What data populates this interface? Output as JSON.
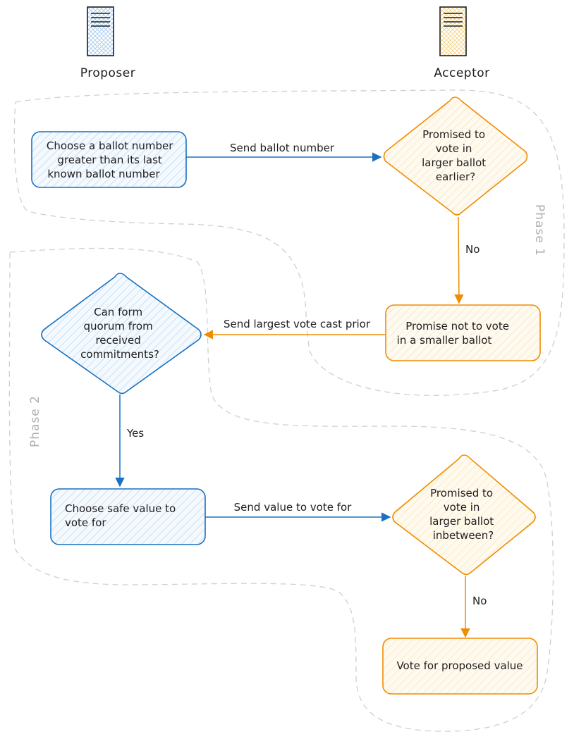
{
  "colors": {
    "proposer_stroke": "#1971c2",
    "proposer_fill": "#e7f1fb",
    "acceptor_stroke": "#f08c00",
    "acceptor_fill": "#fff5e0",
    "region": "#cfcfcf",
    "phase_text": "#b0b0b0",
    "text": "#1e1e1e"
  },
  "icons": {
    "proposer": "server-icon",
    "acceptor": "server-icon"
  },
  "headers": {
    "proposer": "Proposer",
    "acceptor": "Acceptor"
  },
  "phases": {
    "phase1": "Phase 1",
    "phase2": "Phase 2"
  },
  "nodes": {
    "choose_ballot": [
      "Choose a ballot number",
      "greater than its last",
      "known ballot number"
    ],
    "promised_earlier": [
      "Promised to",
      "vote in",
      "larger ballot",
      "earlier?"
    ],
    "promise_not": [
      "Promise not to vote",
      "in a smaller ballot"
    ],
    "can_form_quorum": [
      "Can form",
      "quorum from",
      "received",
      "commitments?"
    ],
    "choose_safe": [
      "Choose safe value to",
      "vote for"
    ],
    "promised_inbetween": [
      "Promised to",
      "vote in",
      "larger ballot",
      "inbetween?"
    ],
    "vote_for": [
      "Vote for proposed value"
    ]
  },
  "edges": {
    "send_ballot": "Send ballot number",
    "no_1": "No",
    "send_largest": "Send largest vote cast prior",
    "yes": "Yes",
    "send_value": "Send value to vote for",
    "no_2": "No"
  }
}
